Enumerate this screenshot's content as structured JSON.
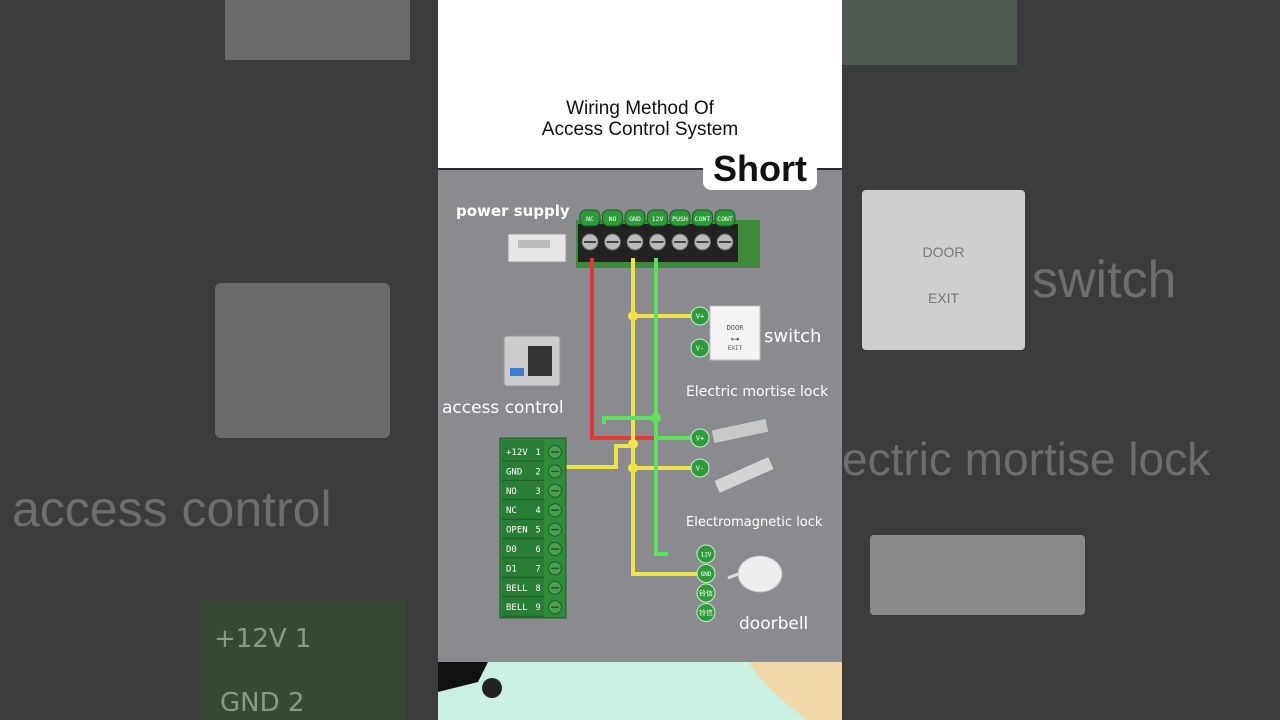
{
  "title": {
    "line1": "Wiring Method Of",
    "line2": "Access Control System"
  },
  "badge": "Short",
  "labels": {
    "power_supply": "power supply",
    "switch": "switch",
    "access_control": "access control",
    "mortise_lock": "Electric mortise lock",
    "em_lock": "Electromagnetic lock",
    "doorbell": "doorbell"
  },
  "power_terminals": [
    "NC",
    "NO",
    "GND",
    "12V",
    "PUSH",
    "CONT",
    "CONT"
  ],
  "controller_terminals": [
    {
      "name": "+12V",
      "num": "1"
    },
    {
      "name": "GND",
      "num": "2"
    },
    {
      "name": "NO",
      "num": "3"
    },
    {
      "name": "NC",
      "num": "4"
    },
    {
      "name": "OPEN",
      "num": "5"
    },
    {
      "name": "D0",
      "num": "6"
    },
    {
      "name": "D1",
      "num": "7"
    },
    {
      "name": "BELL",
      "num": "8"
    },
    {
      "name": "BELL",
      "num": "9"
    }
  ],
  "switch_pins": [
    "V+",
    "V-"
  ],
  "lock_pins": [
    "V+",
    "V-"
  ],
  "bell_pins": [
    "12V",
    "GND",
    "铃信",
    "铃信"
  ],
  "exit_button": {
    "line1": "DOOR",
    "line2": "EXIT"
  },
  "background": {
    "switch": "switch",
    "mortise": "ectric mortise lock",
    "access": "access control",
    "term1": "+12V 1",
    "term2": "GND 2",
    "door": "DOOR",
    "exit": "EXIT"
  },
  "colors": {
    "wire_red": "#e03a3a",
    "wire_yellow": "#f2e24a",
    "wire_green": "#5fe05f",
    "terminal_green": "#2e9b3a",
    "diagram_bg": "#8a8b8e"
  }
}
